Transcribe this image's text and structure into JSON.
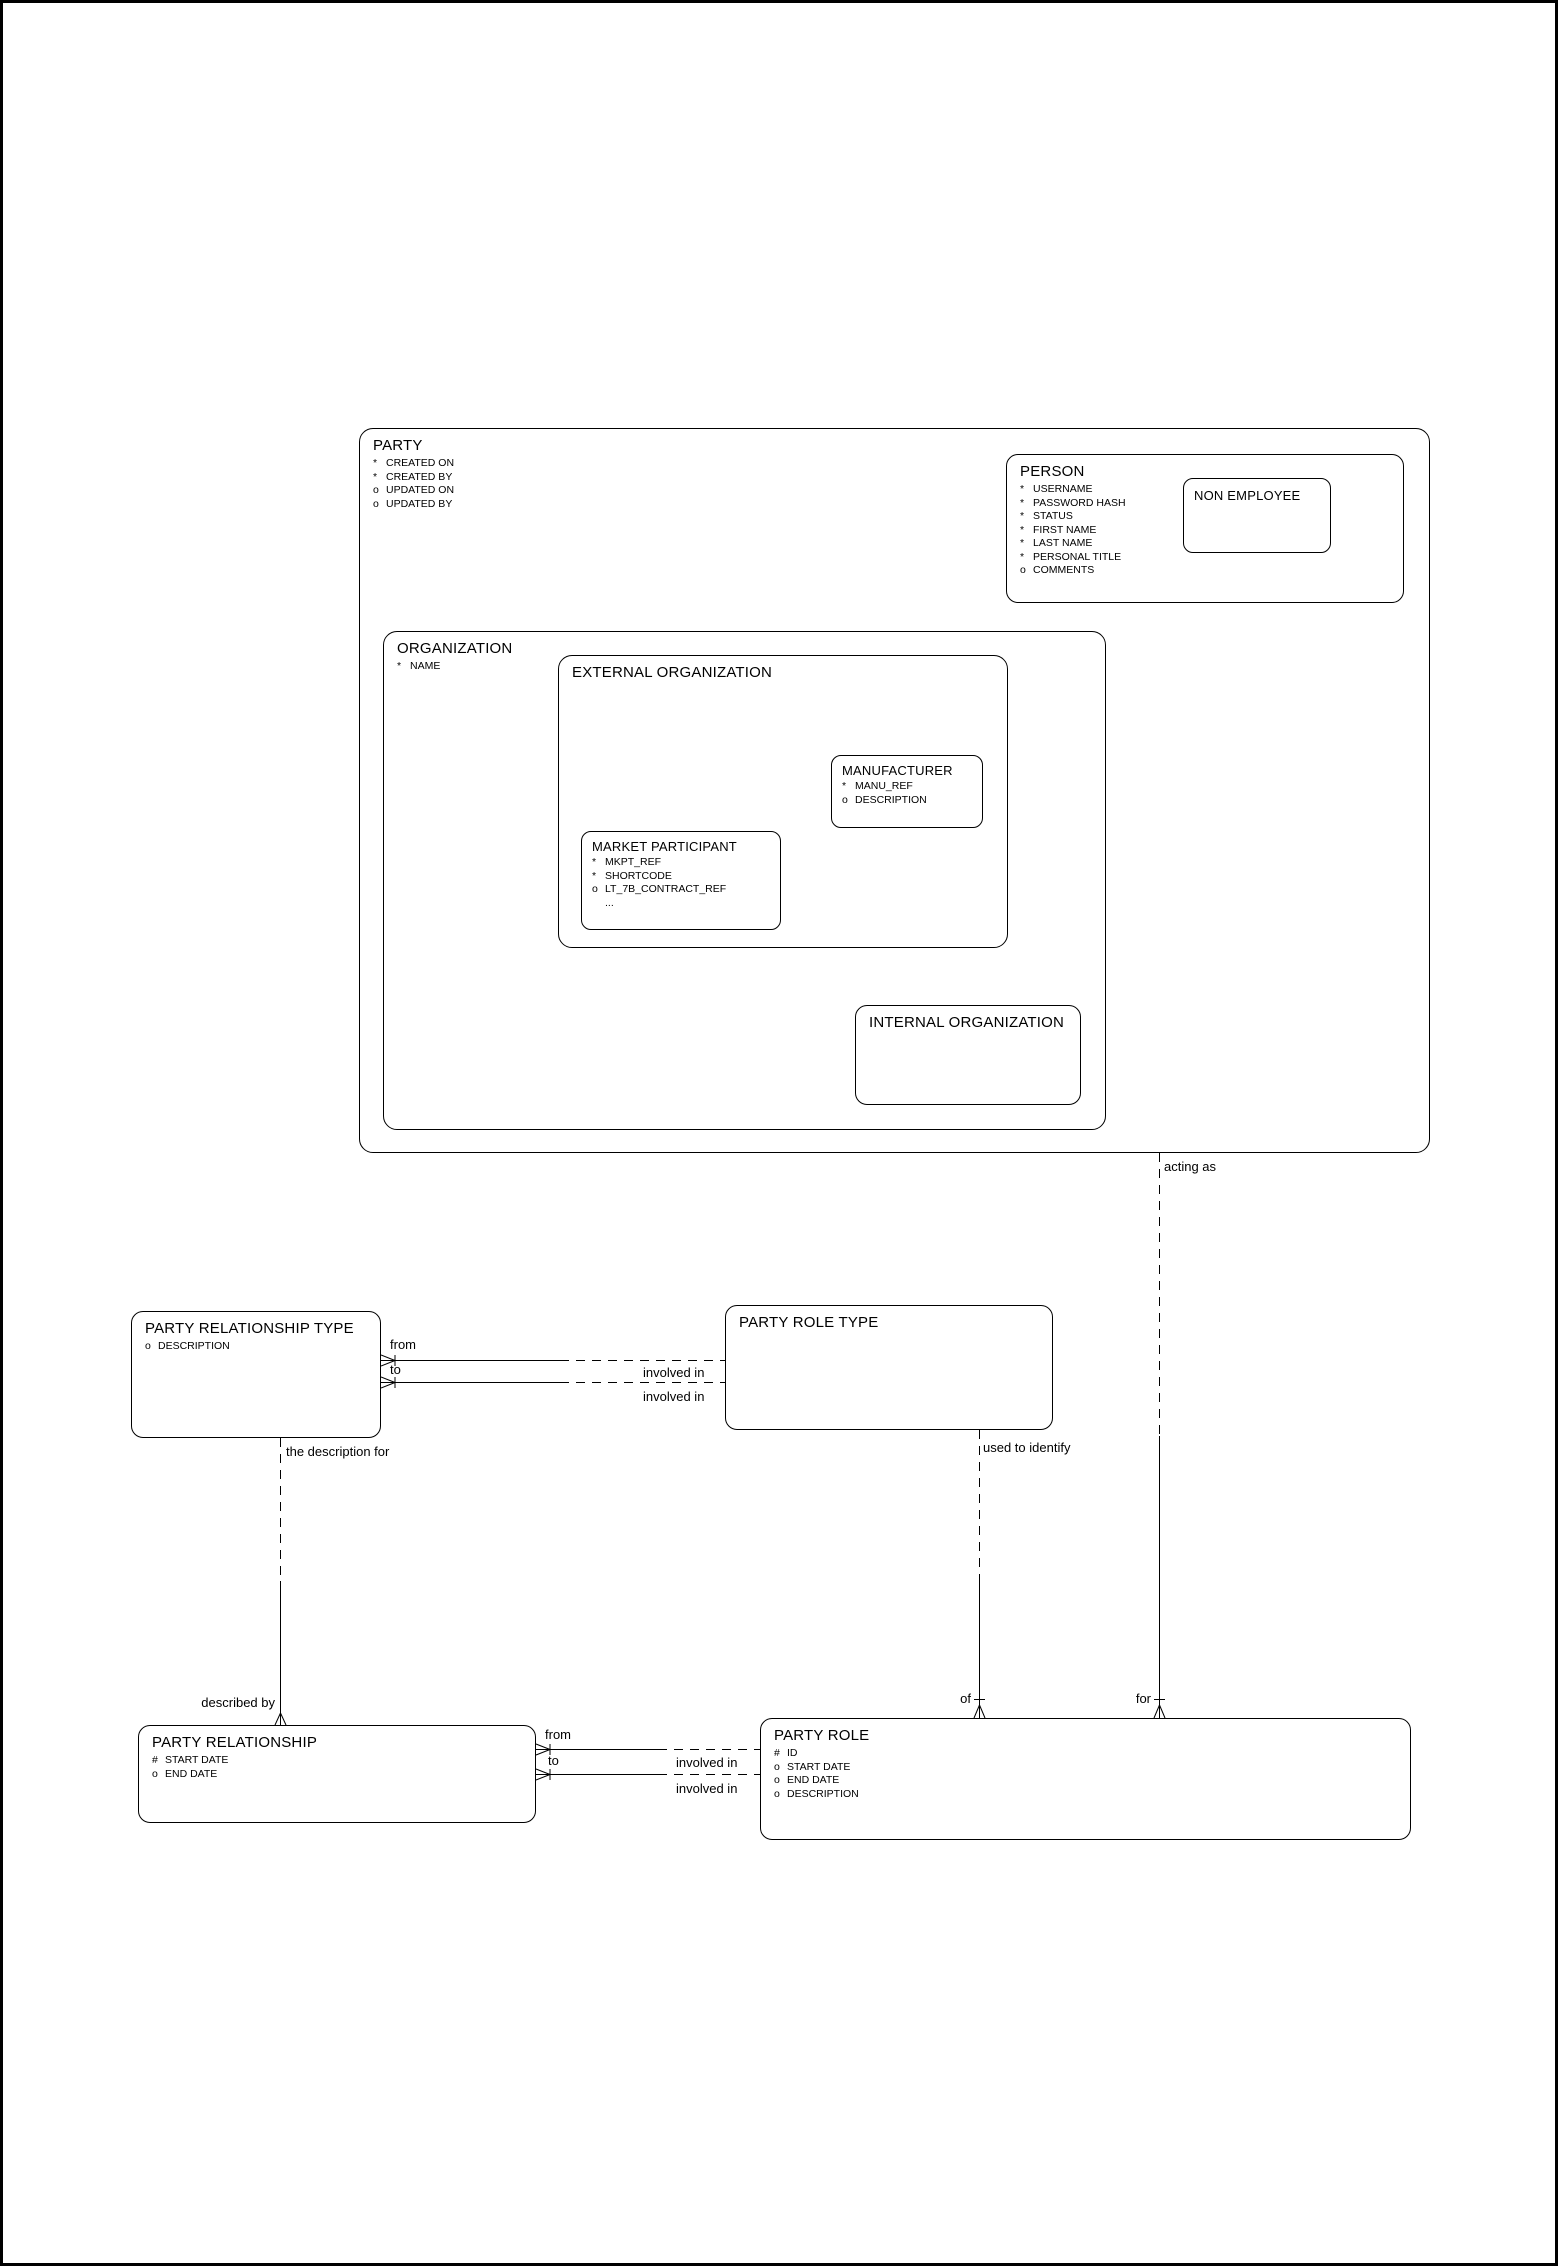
{
  "entities": {
    "party": {
      "title": "PARTY",
      "attrs": [
        {
          "m": "*",
          "t": "CREATED ON"
        },
        {
          "m": "*",
          "t": "CREATED BY"
        },
        {
          "m": "o",
          "t": "UPDATED ON"
        },
        {
          "m": "o",
          "t": "UPDATED BY"
        }
      ]
    },
    "person": {
      "title": "PERSON",
      "attrs": [
        {
          "m": "*",
          "t": "USERNAME"
        },
        {
          "m": "*",
          "t": "PASSWORD HASH"
        },
        {
          "m": "*",
          "t": "STATUS"
        },
        {
          "m": "*",
          "t": "FIRST NAME"
        },
        {
          "m": "*",
          "t": "LAST NAME"
        },
        {
          "m": "*",
          "t": "PERSONAL TITLE"
        },
        {
          "m": "o",
          "t": "COMMENTS"
        }
      ]
    },
    "non_employee": {
      "title": "NON EMPLOYEE"
    },
    "organization": {
      "title": "ORGANIZATION",
      "attrs": [
        {
          "m": "*",
          "t": "NAME"
        }
      ]
    },
    "external_organization": {
      "title": "EXTERNAL ORGANIZATION"
    },
    "manufacturer": {
      "title": "MANUFACTURER",
      "attrs": [
        {
          "m": "*",
          "t": "MANU_REF"
        },
        {
          "m": "o",
          "t": "DESCRIPTION"
        }
      ]
    },
    "market_participant": {
      "title": "MARKET PARTICIPANT",
      "attrs": [
        {
          "m": "*",
          "t": "MKPT_REF"
        },
        {
          "m": "*",
          "t": "SHORTCODE"
        },
        {
          "m": "o",
          "t": "LT_7B_CONTRACT_REF"
        },
        {
          "m": "",
          "t": "..."
        }
      ]
    },
    "internal_organization": {
      "title": "INTERNAL ORGANIZATION"
    },
    "party_relationship_type": {
      "title": "PARTY RELATIONSHIP TYPE",
      "attrs": [
        {
          "m": "o",
          "t": "DESCRIPTION"
        }
      ]
    },
    "party_role_type": {
      "title": "PARTY ROLE TYPE"
    },
    "party_relationship": {
      "title": "PARTY RELATIONSHIP",
      "attrs": [
        {
          "m": "#",
          "t": "START DATE"
        },
        {
          "m": "o",
          "t": "END DATE"
        }
      ]
    },
    "party_role": {
      "title": "PARTY ROLE",
      "attrs": [
        {
          "m": "#",
          "t": "ID"
        },
        {
          "m": "o",
          "t": "START DATE"
        },
        {
          "m": "o",
          "t": "END DATE"
        },
        {
          "m": "o",
          "t": "DESCRIPTION"
        }
      ]
    }
  },
  "relationships": {
    "acting_as": "acting as",
    "for_label": "for",
    "used_to_identify": "used to identify",
    "of_label": "of",
    "the_description_for": "the description for",
    "described_by": "described by",
    "from_top": "from",
    "to_top": "to",
    "involved_in_top_a": "involved in",
    "involved_in_top_b": "involved in",
    "from_bottom": "from",
    "to_bottom": "to",
    "involved_in_bottom_a": "involved in",
    "involved_in_bottom_b": "involved in"
  },
  "colors": {
    "line": "#000000",
    "background": "#ffffff"
  }
}
